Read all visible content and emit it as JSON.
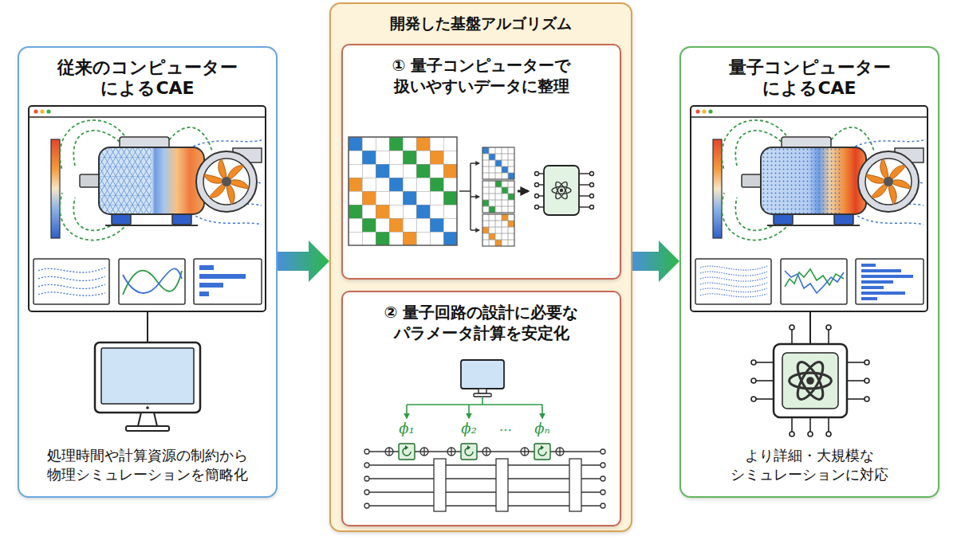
{
  "diagram": {
    "nodes": [
      {
        "text": [
          "従来のコンピューター によるCAE",
          "処理時間や計算資源の制約から 物理シミュレーションを簡略化"
        ]
      },
      {
        "text": [
          "開発した基盤アルゴリズム"
        ]
      },
      {
        "text": [
          "① 量子コンピューターで 扱いやすいデータに整理"
        ],
        "in": 1
      },
      {
        "text": [
          "② 量子回路の設計に必要な パラメータ計算を安定化"
        ],
        "in": 1
      },
      {
        "text": [
          "量子コンピューター によるCAE",
          "より詳細・大規模な シミュレーションに対応"
        ]
      }
    ],
    "edges": [
      {
        "from": 0,
        "to": 1,
        "arrow": "to"
      },
      {
        "from": 1,
        "to": 4,
        "arrow": "to"
      }
    ],
    "labels": [
      "ϕ₁",
      "ϕ₂",
      "…",
      "ϕₙ"
    ]
  }
}
